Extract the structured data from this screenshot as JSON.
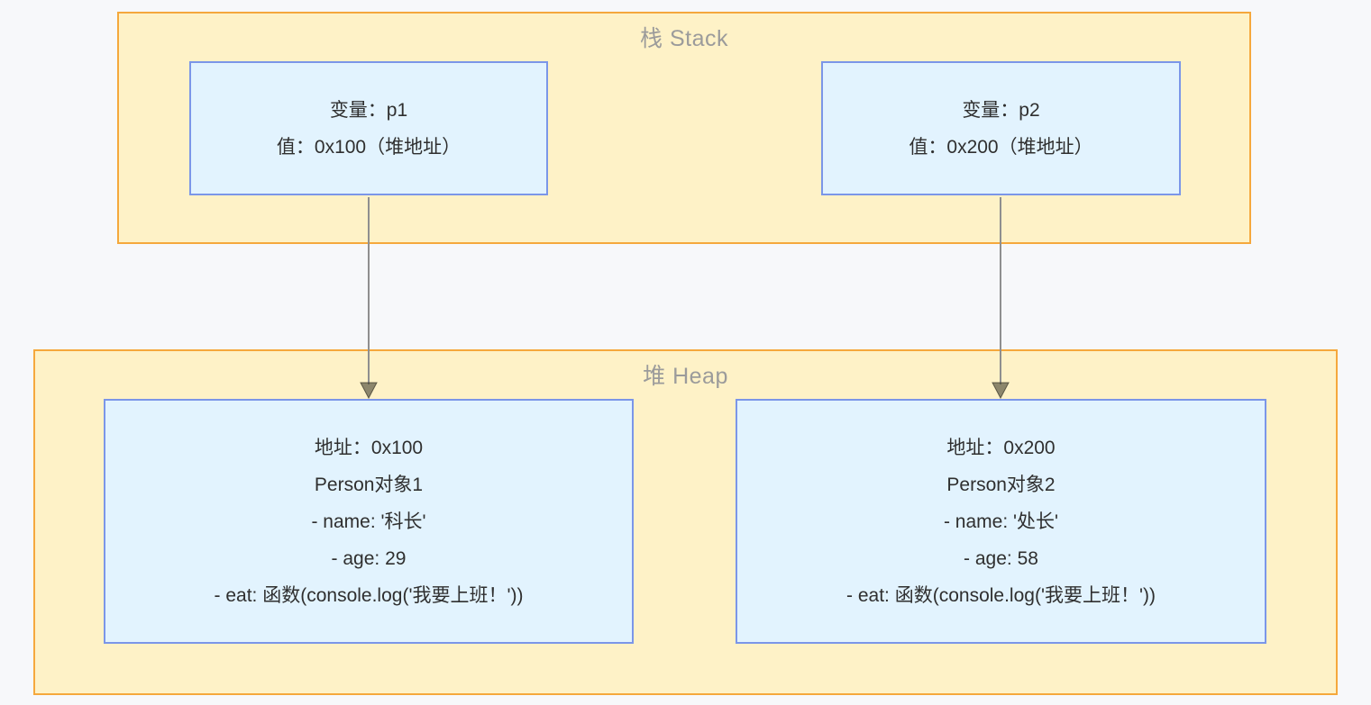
{
  "colors": {
    "page_background": "#f7f8fa",
    "cluster_fill": "#fef2c7",
    "cluster_border": "#f5a83c",
    "node_fill": "#e2f3fe",
    "node_border": "#7b96e8",
    "edge_line": "#8f8f8f",
    "title_text": "#9b9b9b",
    "node_text": "#2f2f2f"
  },
  "stack": {
    "title": "栈 Stack",
    "boxes": [
      {
        "lines": [
          "变量：p1",
          "值：0x100（堆地址）"
        ]
      },
      {
        "lines": [
          "变量：p2",
          "值：0x200（堆地址）"
        ]
      }
    ]
  },
  "heap": {
    "title": "堆 Heap",
    "boxes": [
      {
        "lines": [
          "地址：0x100",
          "Person对象1",
          "- name: '科长'",
          "- age: 29",
          "- eat: 函数(console.log('我要上班！'))"
        ]
      },
      {
        "lines": [
          "地址：0x200",
          "Person对象2",
          "- name: '处长'",
          "- age: 58",
          "- eat: 函数(console.log('我要上班！'))"
        ]
      }
    ]
  }
}
